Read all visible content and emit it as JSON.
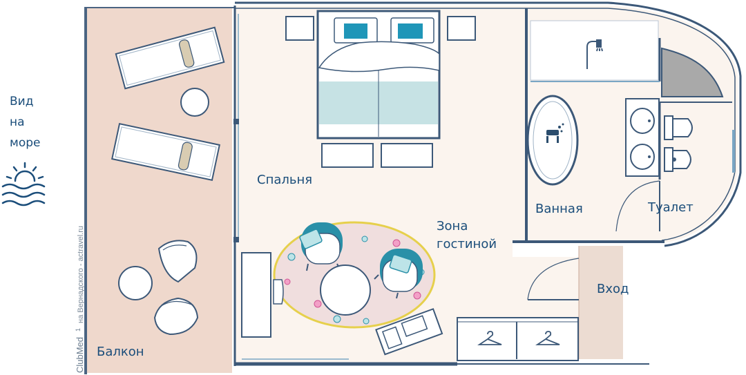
{
  "rooms": {
    "bedroom": "Спальня",
    "living": [
      "Зона",
      "гостиной"
    ],
    "bathroom": "Ванная",
    "toilet": "Туалет",
    "entrance": "Вход",
    "balcony": "Балкон"
  },
  "sea_view": [
    "Вид",
    "на",
    "море"
  ],
  "credit": {
    "brand": "ClubMed",
    "suffix": "1",
    "text": "на Вернадского  -  actravel.ru"
  },
  "icons": [
    "sun-wave-icon",
    "shower-icon",
    "bathtub-icon",
    "hanger-icon",
    "tv-icon"
  ],
  "colors": {
    "wall": "#3c5878",
    "floor": "#fbf4ee",
    "balcony": "#efd8cc",
    "entrance": "#ecdcd2",
    "rug": "#f0dede",
    "rug_border": "#e6d04c",
    "chair": "#2a90a8",
    "pillow": "#1f96b8",
    "blanket": "#c6e2e4",
    "label": "#1a4d7a"
  }
}
